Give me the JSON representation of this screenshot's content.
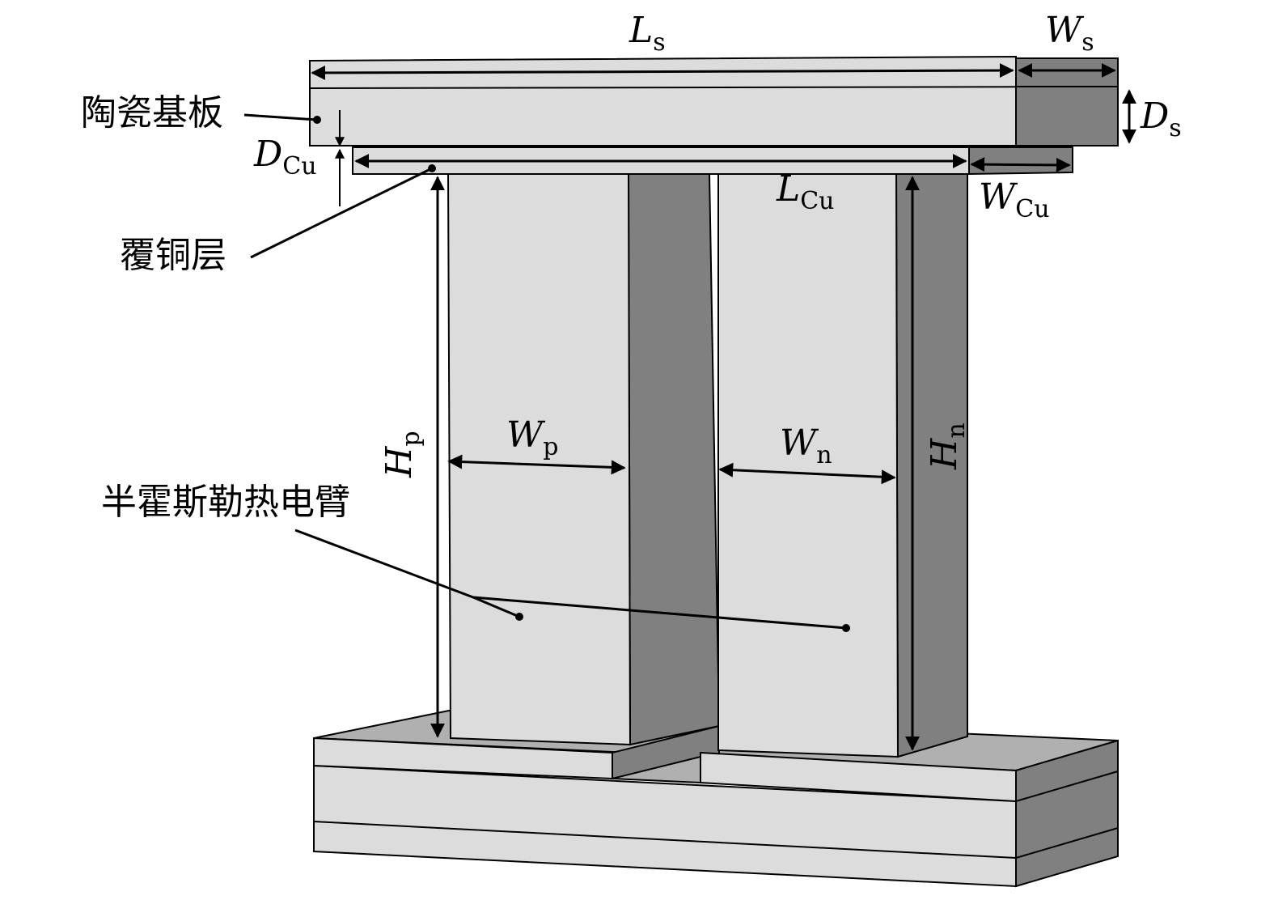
{
  "labels": {
    "Ls": {
      "main": "L",
      "sub": "s"
    },
    "Ws": {
      "main": "W",
      "sub": "s"
    },
    "Ds": {
      "main": "D",
      "sub": "s"
    },
    "DCu": {
      "main": "D",
      "sub": "Cu"
    },
    "LCu": {
      "main": "L",
      "sub": "Cu"
    },
    "WCu": {
      "main": "W",
      "sub": "Cu"
    },
    "Wp": {
      "main": "W",
      "sub": "p"
    },
    "Wn": {
      "main": "W",
      "sub": "n"
    },
    "Hp": {
      "main": "H",
      "sub": "p"
    },
    "Hn": {
      "main": "H",
      "sub": "n"
    }
  },
  "callouts": {
    "ceramic_substrate": "陶瓷基板",
    "copper_layer": "覆铜层",
    "half_heusler_legs": "半霍斯勒热电臂"
  },
  "colors": {
    "light_face": "#dcdcdc",
    "dark_face": "#808080",
    "top_face": "#b0b0b0"
  }
}
